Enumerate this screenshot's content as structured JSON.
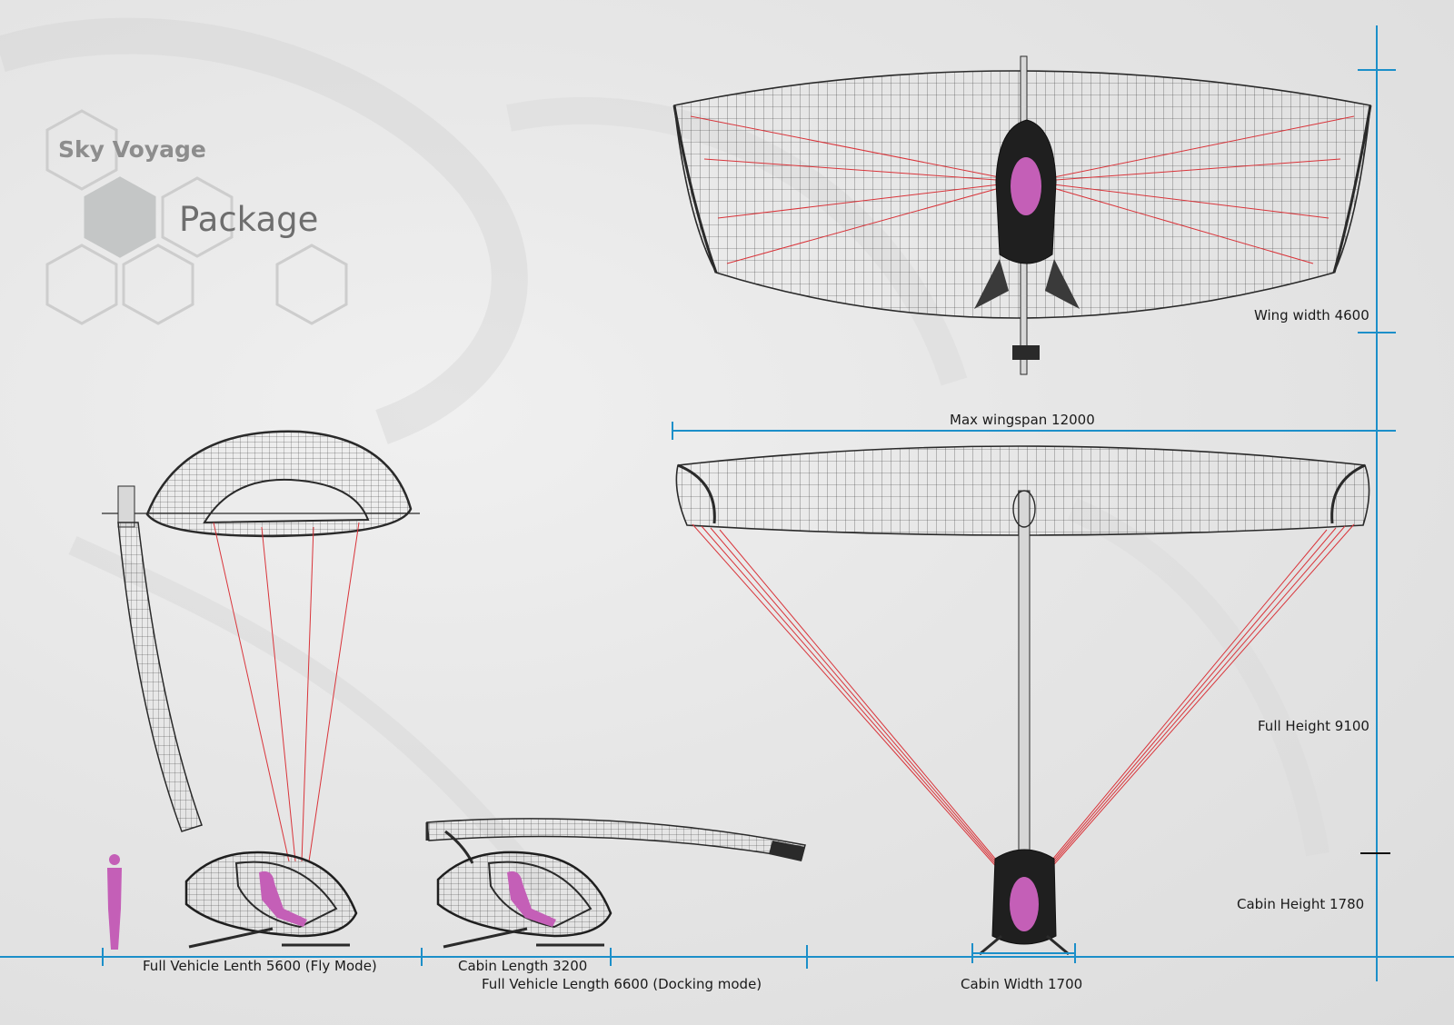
{
  "branding": {
    "title": "Sky Voyage",
    "subtitle": "Package"
  },
  "dimensions": {
    "wing_width": "Wing width 4600",
    "max_wingspan": "Max wingspan 12000",
    "full_height": "Full Height 9100",
    "cabin_height": "Cabin Height 1780",
    "full_vehicle_length_fly": "Full Vehicle Lenth 5600 (Fly Mode)",
    "cabin_length": "Cabin Length 3200",
    "full_vehicle_length_docking": "Full Vehicle Length 6600 (Docking mode)",
    "cabin_width": "Cabin Width 1700"
  },
  "colors": {
    "dimension_line": "#1c8fc9",
    "suspension_line": "#d9343a",
    "occupant": "#c45fb7",
    "wireframe": "#2a2a2a",
    "hexagon": "#c9c9c9"
  }
}
